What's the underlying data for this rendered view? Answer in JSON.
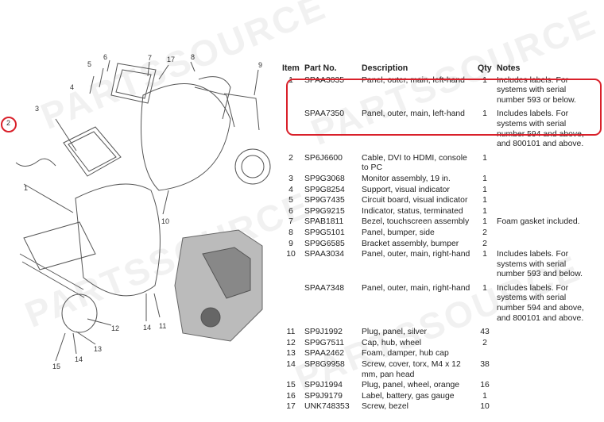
{
  "watermark": "PARTSSOURCE",
  "table": {
    "headers": {
      "item": "Item",
      "part": "Part No.",
      "desc": "Description",
      "qty": "Qty",
      "notes": "Notes"
    },
    "rows": [
      {
        "item": "1",
        "part": "SPAA3035",
        "desc": "Panel, outer, main, left-hand",
        "qty": "1",
        "notes": "Includes labels. For systems with serial number 593 or below."
      },
      {
        "item": "",
        "part": "SPAA7350",
        "desc": "Panel, outer, main, left-hand",
        "qty": "1",
        "notes": "Includes labels. For systems with serial number 594 and above, and 800101 and above."
      },
      {
        "item": "2",
        "part": "SP6J6600",
        "desc": "Cable, DVI to HDMI, console to PC",
        "qty": "1",
        "notes": ""
      },
      {
        "item": "3",
        "part": "SP9G3068",
        "desc": "Monitor assembly, 19 in.",
        "qty": "1",
        "notes": ""
      },
      {
        "item": "4",
        "part": "SP9G8254",
        "desc": "Support, visual indicator",
        "qty": "1",
        "notes": ""
      },
      {
        "item": "5",
        "part": "SP9G7435",
        "desc": "Circuit board, visual indicator",
        "qty": "1",
        "notes": ""
      },
      {
        "item": "6",
        "part": "SP9G9215",
        "desc": "Indicator, status, terminated",
        "qty": "1",
        "notes": ""
      },
      {
        "item": "7",
        "part": "SPAB1811",
        "desc": "Bezel, touchscreen assembly",
        "qty": "1",
        "notes": "Foam gasket included."
      },
      {
        "item": "8",
        "part": "SP9G5101",
        "desc": "Panel, bumper, side",
        "qty": "2",
        "notes": ""
      },
      {
        "item": "9",
        "part": "SP9G6585",
        "desc": "Bracket assembly, bumper",
        "qty": "2",
        "notes": ""
      },
      {
        "item": "10",
        "part": "SPAA3034",
        "desc": "Panel, outer, main, right-hand",
        "qty": "1",
        "notes": "Includes labels. For systems with serial number 593 and below."
      },
      {
        "item": "",
        "part": "SPAA7348",
        "desc": "Panel, outer, main, right-hand",
        "qty": "1",
        "notes": "Includes labels. For systems with serial number 594 and above, and 800101 and above."
      },
      {
        "item": "11",
        "part": "SP9J1992",
        "desc": "Plug, panel, silver",
        "qty": "43",
        "notes": ""
      },
      {
        "item": "12",
        "part": "SP9G7511",
        "desc": "Cap, hub, wheel",
        "qty": "2",
        "notes": ""
      },
      {
        "item": "13",
        "part": "SPAA2462",
        "desc": "Foam, damper, hub cap",
        "qty": "",
        "notes": ""
      },
      {
        "item": "14",
        "part": "SP8G9958",
        "desc": "Screw, cover, torx, M4 x 12 mm, pan head",
        "qty": "38",
        "notes": ""
      },
      {
        "item": "15",
        "part": "SP9J1994",
        "desc": "Plug, panel, wheel, orange",
        "qty": "16",
        "notes": ""
      },
      {
        "item": "16",
        "part": "SP9J9179",
        "desc": "Label, battery, gas gauge",
        "qty": "1",
        "notes": ""
      },
      {
        "item": "17",
        "part": "UNK748353",
        "desc": "Screw, bezel",
        "qty": "10",
        "notes": ""
      }
    ]
  },
  "callouts": {
    "c1": "1",
    "c2": "2",
    "c3": "3",
    "c4": "4",
    "c5": "5",
    "c6": "6",
    "c7": "7",
    "c8": "8",
    "c9": "9",
    "c10": "10",
    "c11": "11",
    "c12": "12",
    "c13": "13",
    "c14a": "14",
    "c14b": "14",
    "c15": "15",
    "c17": "17"
  },
  "colors": {
    "highlight": "#d9202a",
    "line": "#555555",
    "watermark": "#b4b4b4"
  }
}
